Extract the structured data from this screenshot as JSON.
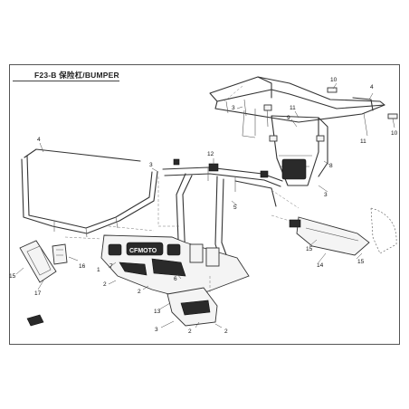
{
  "header": {
    "title": "F23-B 保险杠/BUMPER"
  },
  "callouts": [
    "1",
    "2",
    "3",
    "4",
    "5",
    "6",
    "7",
    "8",
    "9",
    "10",
    "11",
    "12",
    "13",
    "14",
    "15",
    "16",
    "17"
  ],
  "logo_text": "CFMOTO",
  "colors": {
    "line": "#333333",
    "frame": "#555555",
    "background": "#ffffff"
  }
}
